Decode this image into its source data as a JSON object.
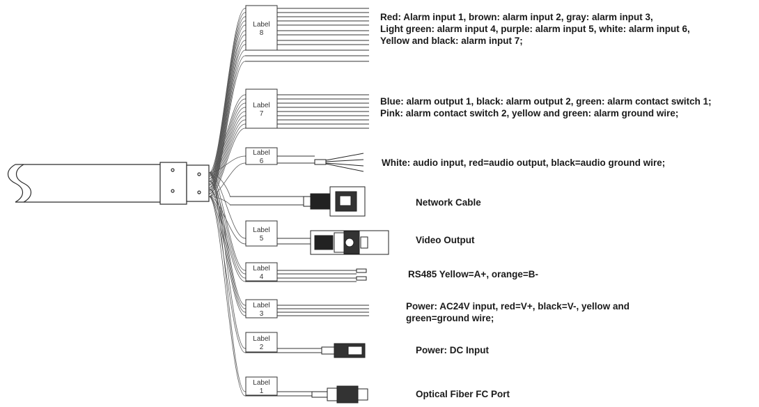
{
  "groups": [
    {
      "id": "alarm-input",
      "label": [
        "Label",
        "8"
      ],
      "lines": [
        "Red: Alarm input 1, brown: alarm input 2, gray: alarm input 3,",
        "Light green: alarm input 4, purple: alarm input 5, white: alarm input 6,",
        "Yellow and black: alarm input 7;"
      ]
    },
    {
      "id": "alarm-output",
      "label": [
        "Label",
        "7"
      ],
      "lines": [
        "Blue: alarm output 1, black: alarm output 2, green: alarm contact switch 1;",
        "Pink: alarm contact switch 2, yellow and green: alarm ground wire;"
      ]
    },
    {
      "id": "audio",
      "label": [
        "Label",
        "6"
      ],
      "lines": [
        "White: audio input, red=audio output, black=audio ground wire;"
      ]
    },
    {
      "id": "network",
      "label": [],
      "lines": [
        "Network Cable"
      ]
    },
    {
      "id": "video",
      "label": [
        "Label",
        "5"
      ],
      "lines": [
        "Video Output"
      ]
    },
    {
      "id": "rs485",
      "label": [
        "Label",
        "4"
      ],
      "lines": [
        "RS485 Yellow=A+, orange=B-"
      ]
    },
    {
      "id": "ac24v",
      "label": [
        "Label",
        "3"
      ],
      "lines": [
        "Power: AC24V input, red=V+, black=V-, yellow and",
        "green=ground wire;"
      ]
    },
    {
      "id": "dc",
      "label": [
        "Label",
        "2"
      ],
      "lines": [
        "Power: DC Input"
      ]
    },
    {
      "id": "fiber",
      "label": [
        "Label",
        "1"
      ],
      "lines": [
        "Optical Fiber FC Port"
      ]
    }
  ]
}
